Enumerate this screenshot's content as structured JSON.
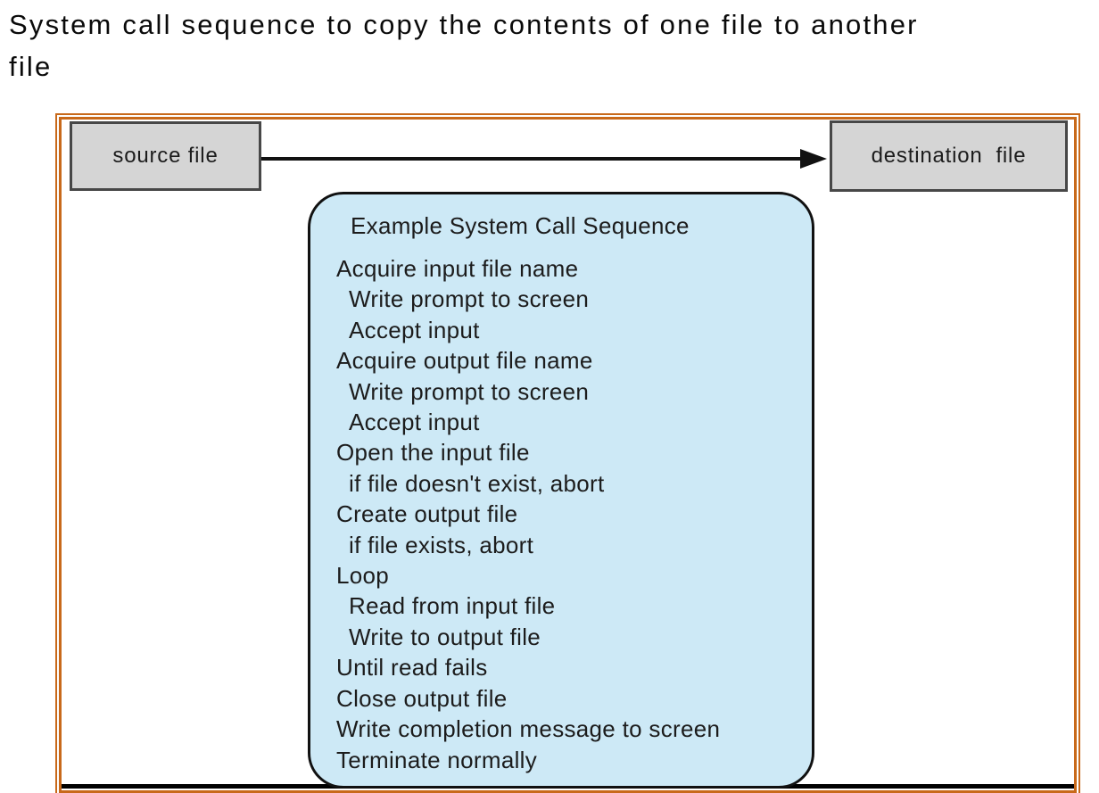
{
  "title": {
    "line1": "System call sequence to copy the contents of one file to another",
    "line2": "file",
    "full_text": "System call sequence to copy the contents of one file to another file"
  },
  "diagram": {
    "source_label": "source file",
    "destination_label": "destination  file",
    "callout": {
      "header": "Example System Call Sequence",
      "steps": [
        {
          "text": "Acquire input file name",
          "indent": 0
        },
        {
          "text": "Write prompt to screen",
          "indent": 1
        },
        {
          "text": "Accept input",
          "indent": 1
        },
        {
          "text": "Acquire output file name",
          "indent": 0
        },
        {
          "text": "Write prompt to screen",
          "indent": 1
        },
        {
          "text": "Accept input",
          "indent": 1
        },
        {
          "text": "Open the input file",
          "indent": 0
        },
        {
          "text": "if file doesn't exist, abort",
          "indent": 1
        },
        {
          "text": "Create output file",
          "indent": 0
        },
        {
          "text": "if file exists, abort",
          "indent": 1
        },
        {
          "text": "Loop",
          "indent": 0
        },
        {
          "text": "Read from input file",
          "indent": 1
        },
        {
          "text": "Write to output file",
          "indent": 1
        },
        {
          "text": "Until read fails",
          "indent": 0
        },
        {
          "text": "Close output file",
          "indent": 0
        },
        {
          "text": "Write completion message to screen",
          "indent": 0
        },
        {
          "text": "Terminate normally",
          "indent": 0
        }
      ]
    },
    "colors": {
      "frame_border": "#c8691a",
      "file_box_fill": "#d5d5d5",
      "file_box_border": "#474747",
      "callout_fill": "#cde9f6",
      "callout_border": "#111111",
      "arrow": "#111111",
      "bottom_rule": "#000000",
      "text": "#1c1c1c"
    }
  }
}
